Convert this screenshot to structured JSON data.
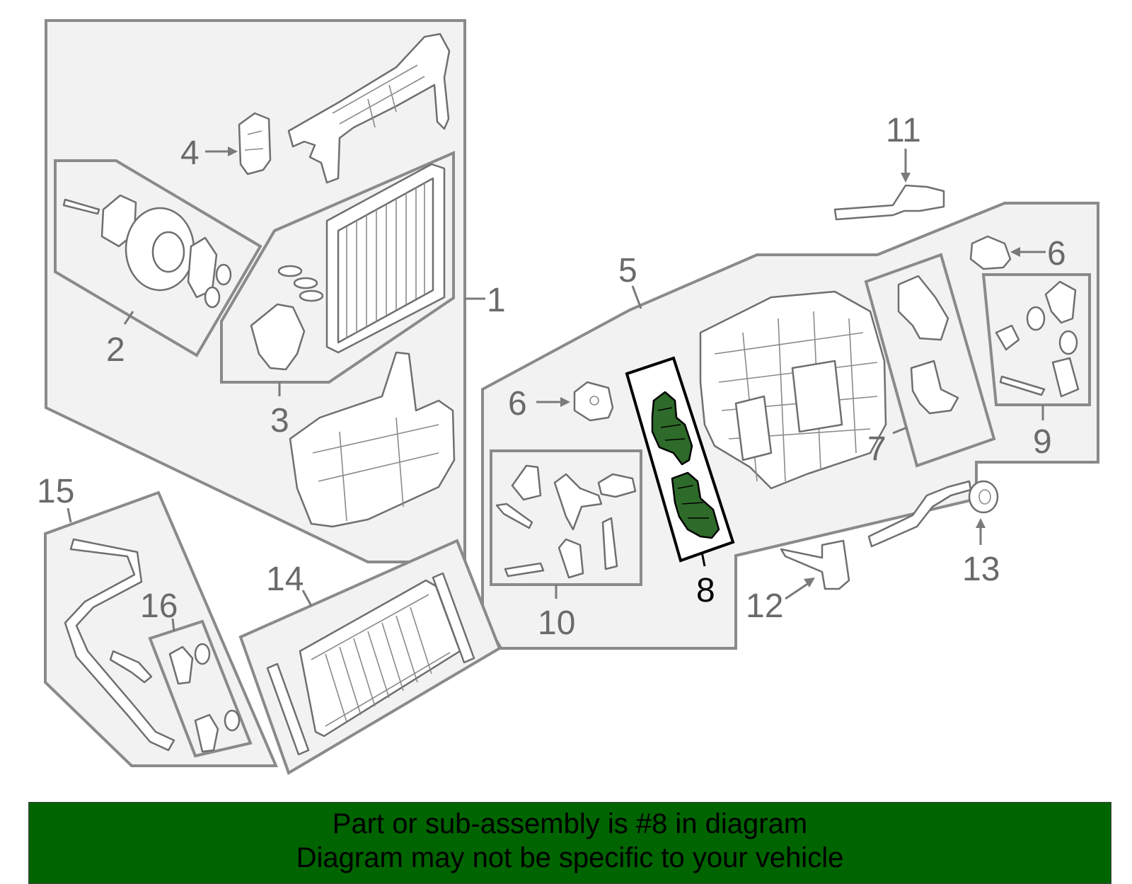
{
  "callouts": {
    "c1": "1",
    "c2": "2",
    "c3": "3",
    "c4": "4",
    "c5": "5",
    "c6a": "6",
    "c6b": "6",
    "c7": "7",
    "c8": "8",
    "c9": "9",
    "c10": "10",
    "c11": "11",
    "c12": "12",
    "c13": "13",
    "c14": "14",
    "c15": "15",
    "c16": "16"
  },
  "highlighted_part": "8",
  "colors": {
    "banner": "#006400",
    "highlight": "#2e6b2a"
  },
  "banner": {
    "line1": "Part or sub-assembly is #8 in diagram",
    "line2": "Diagram may not be specific to your vehicle"
  }
}
